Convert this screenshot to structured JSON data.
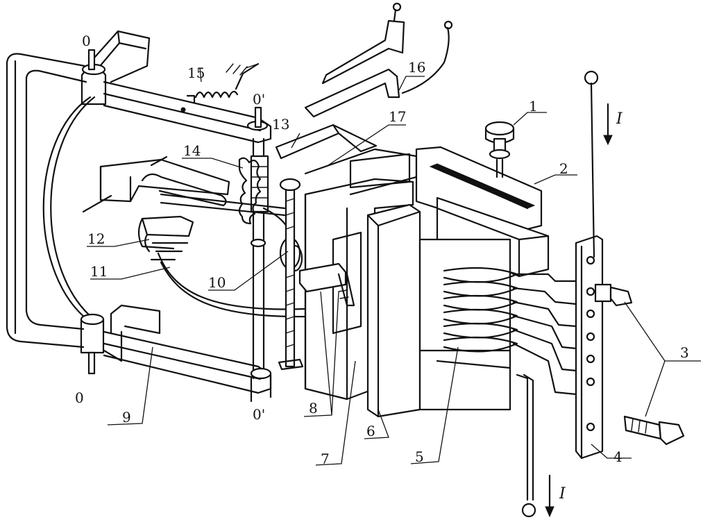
{
  "labels": {
    "n1": "1",
    "n2": "2",
    "n3": "3",
    "n4": "4",
    "n5": "5",
    "n6": "6",
    "n7": "7",
    "n8": "8",
    "n9": "9",
    "n10": "10",
    "n11": "11",
    "n12": "12",
    "n13": "13",
    "n14": "14",
    "n15": "15",
    "n16": "16",
    "n17": "17",
    "axis_top": "0",
    "axis_top_prime": "0'",
    "axis_bottom": "0",
    "axis_bottom_prime": "0'",
    "current_top": "I",
    "current_bottom": "I"
  }
}
